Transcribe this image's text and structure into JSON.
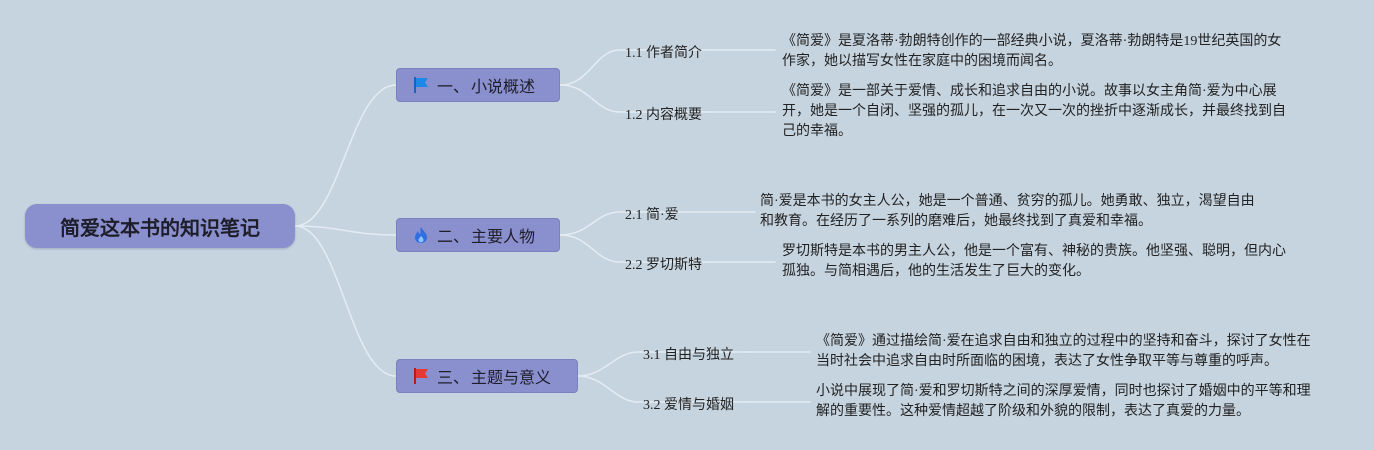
{
  "root": {
    "title": "简爱这本书的知识笔记"
  },
  "colors": {
    "background": "#c6d4e0",
    "node_fill": "#8a8fce",
    "connector": "#e4ecf3",
    "flag_blue": "#1e88e5",
    "flag_red": "#e53935",
    "flame_blue": "#2f6fe0"
  },
  "branches": [
    {
      "number": "一、",
      "label": "小说概述",
      "icon": "blue-flag-icon",
      "topics": [
        {
          "label": "1.1 作者简介",
          "desc": "《简爱》是夏洛蒂·勃朗特创作的一部经典小说，夏洛蒂·勃朗特是19世纪英国的女作家，她以描写女性在家庭中的困境而闻名。"
        },
        {
          "label": "1.2 内容概要",
          "desc": "《简爱》是一部关于爱情、成长和追求自由的小说。故事以女主角简·爱为中心展开，她是一个自闭、坚强的孤儿，在一次又一次的挫折中逐渐成长，并最终找到自己的幸福。"
        }
      ]
    },
    {
      "number": "二、",
      "label": "主要人物",
      "icon": "flame-icon",
      "topics": [
        {
          "label": "2.1 简·爱",
          "desc": "简·爱是本书的女主人公，她是一个普通、贫穷的孤儿。她勇敢、独立，渴望自由和教育。在经历了一系列的磨难后，她最终找到了真爱和幸福。"
        },
        {
          "label": "2.2 罗切斯特",
          "desc": "罗切斯特是本书的男主人公，他是一个富有、神秘的贵族。他坚强、聪明，但内心孤独。与简相遇后，他的生活发生了巨大的变化。"
        }
      ]
    },
    {
      "number": "三、",
      "label": "主题与意义",
      "icon": "red-flag-icon",
      "topics": [
        {
          "label": "3.1 自由与独立",
          "desc": "《简爱》通过描绘简·爱在追求自由和独立的过程中的坚持和奋斗，探讨了女性在当时社会中追求自由时所面临的困境，表达了女性争取平等与尊重的呼声。"
        },
        {
          "label": "3.2 爱情与婚姻",
          "desc": "小说中展现了简·爱和罗切斯特之间的深厚爱情，同时也探讨了婚姻中的平等和理解的重要性。这种爱情超越了阶级和外貌的限制，表达了真爱的力量。"
        }
      ]
    }
  ]
}
